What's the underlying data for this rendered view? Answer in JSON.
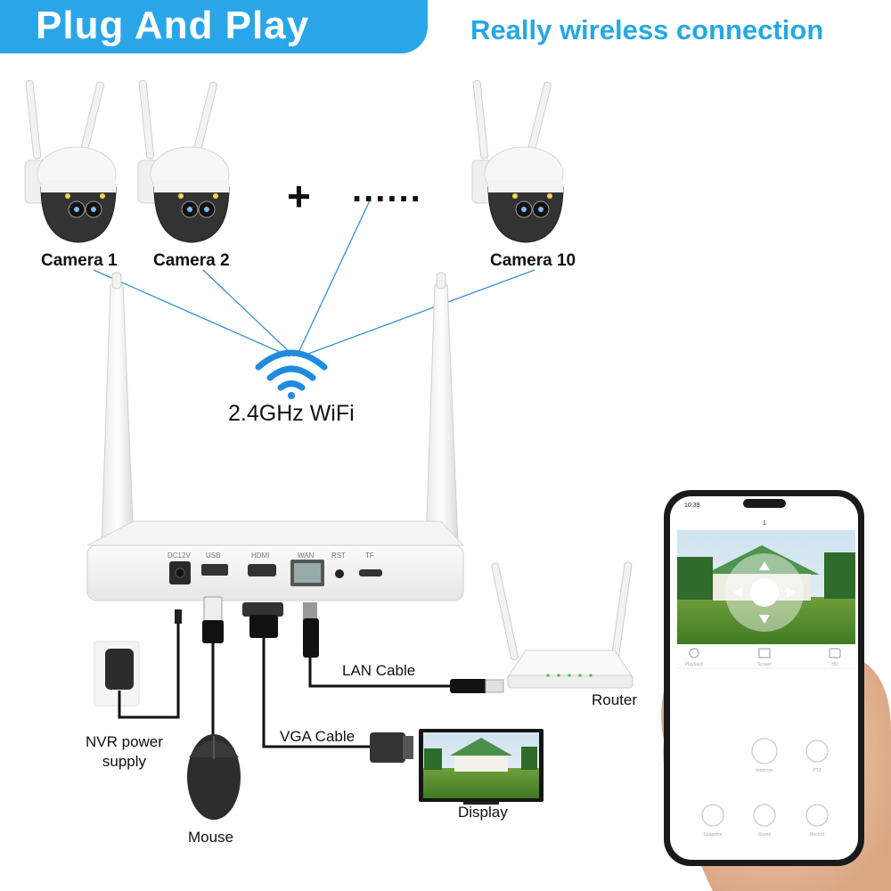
{
  "banner": {
    "title": "Plug And Play",
    "color": "#2aa6e8"
  },
  "tagline": "Really wireless connection",
  "cameras": [
    {
      "label": "Camera 1"
    },
    {
      "label": "Camera 2"
    },
    {
      "label": "Camera 10"
    }
  ],
  "symbols": {
    "plus": "+",
    "ellipsis": "......"
  },
  "wifi": {
    "label": "2.4GHz WiFi",
    "icon": "wifi-icon",
    "color": "#1f8be0"
  },
  "nvr": {
    "ports": [
      "DC12V",
      "USB",
      "HDMI",
      "WAN",
      "RST",
      "TF"
    ]
  },
  "connections": {
    "power": "NVR power\nsupply",
    "mouse": "Mouse",
    "vga_cable": "VGA Cable",
    "lan_cable": "LAN Cable",
    "display": "Display",
    "router": "Router"
  },
  "phone": {
    "time": "10:39",
    "page": "1",
    "tabs": [
      "Playback",
      "Screen",
      "HD"
    ],
    "controls": [
      "Intercom",
      "PTZ",
      "Snapshot",
      "Sound",
      "Record"
    ]
  }
}
